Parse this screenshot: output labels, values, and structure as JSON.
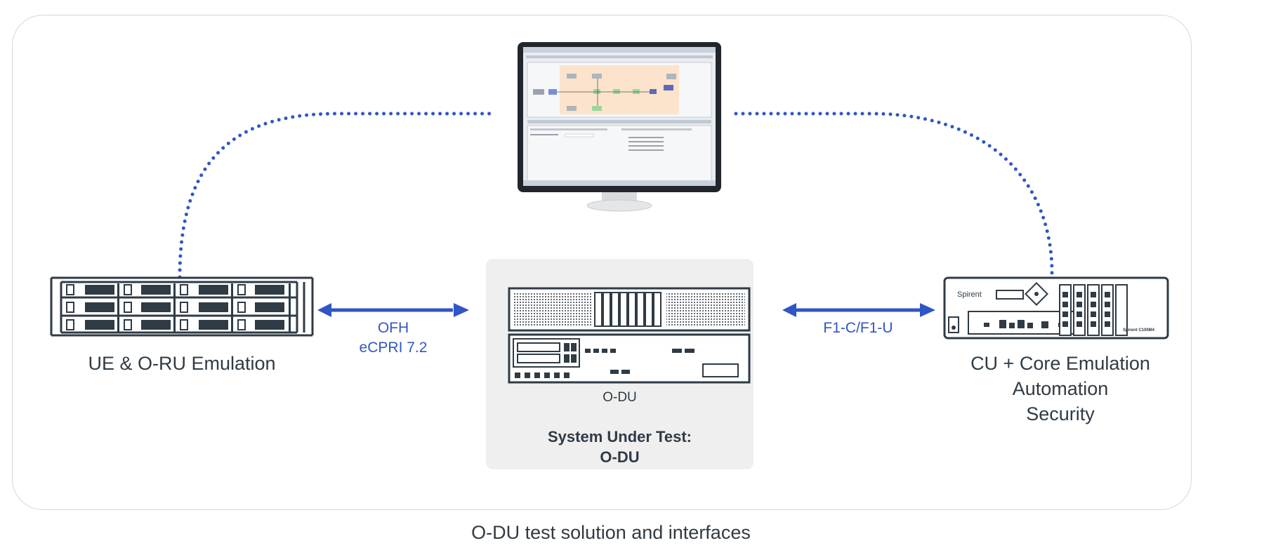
{
  "devices": {
    "left": {
      "label": "UE & O-RU Emulation"
    },
    "center": {
      "name": "O-DU",
      "title_line1": "System Under Test:",
      "title_line2": "O-DU"
    },
    "right": {
      "label_line1": "CU + Core Emulation",
      "label_line2": "Automation",
      "label_line3": "Security",
      "brand": "Spirent",
      "model": "Spirent C100M4"
    }
  },
  "interfaces": {
    "left": {
      "line1": "OFH",
      "line2": "eCPRI 7.2"
    },
    "right": {
      "line1": "F1-C/F1-U"
    }
  },
  "caption": "O-DU test solution and interfaces",
  "colors": {
    "accent": "#2f56c4",
    "device_outline": "#2f3b45",
    "panel": "#efefef",
    "frame": "#d4d7da"
  }
}
